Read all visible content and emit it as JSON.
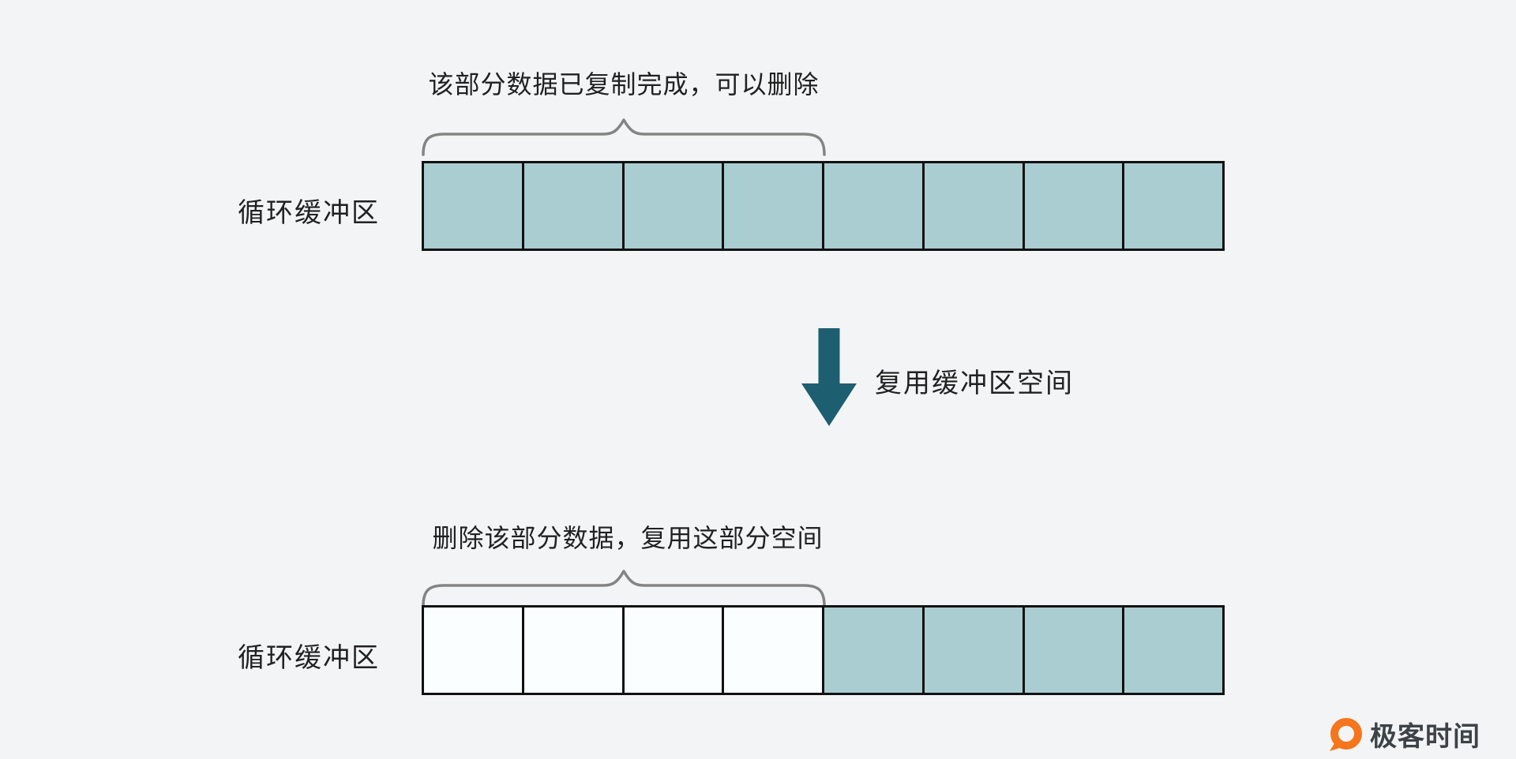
{
  "colors": {
    "background": "#f3f4f6",
    "cell_filled": "#a9cdd0",
    "cell_empty": "#fbfefe",
    "cell_border": "#111111",
    "brace": "#848484",
    "arrow": "#1d5e70",
    "text": "#212121",
    "logo_orange": "#f5761c",
    "logo_text": "#3d4247"
  },
  "top_diagram": {
    "annotation": "该部分数据已复制完成，可以删除",
    "label": "循环缓冲区",
    "cells": [
      "filled",
      "filled",
      "filled",
      "filled",
      "filled",
      "filled",
      "filled",
      "filled"
    ],
    "brace_span_cells": 4
  },
  "transition": {
    "label": "复用缓冲区空间",
    "arrow_direction": "down"
  },
  "bottom_diagram": {
    "annotation": "删除该部分数据，复用这部分空间",
    "label": "循环缓冲区",
    "cells": [
      "empty",
      "empty",
      "empty",
      "empty",
      "filled",
      "filled",
      "filled",
      "filled"
    ],
    "brace_span_cells": 4
  },
  "brand": {
    "name": "极客时间"
  }
}
